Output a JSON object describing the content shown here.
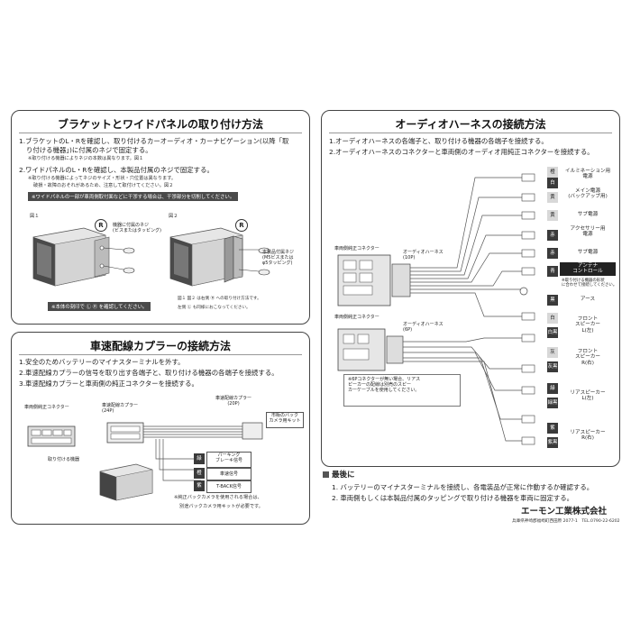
{
  "bracket_section": {
    "title": "ブラケットとワイドパネルの取り付け方法",
    "step1": "1.ブラケットのL・Rを確認し、取り付けるカーオーディオ・カーナビゲーション(以降「取",
    "step1_cont": "り付ける機器」)に付属のネジで固定する。",
    "step1_note": "※取り付ける機器によりネジの本数は異なります。図１",
    "step2": "2.ワイドパネルのL・Rを確認し、本製品付属のネジで固定する。",
    "step2_note1": "※取り付ける機器によってネジのサイズ・形状・穴位置は異なります。",
    "step2_note2": "破損・故障のおそれがあるため、注意して取付けてください。図２",
    "warning": "※ワイドパネルの一部が車両側取付面などに干渉する場合は、干渉部分を切削してください。",
    "fig1_label": "図１",
    "fig2_label": "図２",
    "r_mark": "R",
    "fig1_callout": "機器に付属のネジ\n(ビスまたはタッピング)",
    "fig2_callout": "本製品付属ネジ\n(M5ビスまたは\nφ5タッピング)",
    "fig1_note": "※本体の刻印で Ⓛ Ⓡ を確認してください。",
    "fig2_note1": "図１ 図２ は右側 Ⓡ への取り付け方法です。",
    "fig2_note2": "左側 Ⓛ も同様におこなってください。"
  },
  "speed_section": {
    "title": "車速配線カプラーの接続方法",
    "step1": "1.安全のためバッテリーのマイナスターミナルを外す。",
    "step2": "2.車速配線カプラーの信号を取り出す各端子と、取り付ける機器の各端子を接続する。",
    "step3": "3.車速配線カプラーと車両側の純正コネクターを接続する。",
    "vehicle_connector": "車両側純正コネクター",
    "coupler_24p": "車速配線カプラー\n(24P)",
    "coupler_20p": "車速配線カプラー\n(20P)",
    "back_camera_kit": "市販のバック\nカメラ用キット",
    "device_label": "取り付ける機器",
    "wires": [
      {
        "color": "緑",
        "name": "パーキング\nブレーキ信号"
      },
      {
        "color": "橙",
        "name": "車速信号"
      },
      {
        "color": "紫",
        "name": "T-BACK信号"
      }
    ],
    "camera_note1": "※純正バックカメラを使用される場合は、",
    "camera_note2": "別途バックカメラ用キットが必要です。"
  },
  "audio_section": {
    "title": "オーディオハーネスの接続方法",
    "step1": "1.オーディオハーネスの各端子と、取り付ける機器の各端子を接続する。",
    "step2": "2.オーディオハーネスのコネクターと車両側のオーディオ用純正コネクターを接続する。",
    "connector_a_label": "車両側純正コネクター",
    "connector_b_label": "車両側純正コネクター",
    "harness_10p": "オーディオハーネス\n(10P)",
    "harness_6p": "オーディオハーネス\n(6P)",
    "note_6p": "※6Pコネクターが無い場合、リアス\nピーカーの配線は別売のスピー\nカーケーブルを使用してください。",
    "wires": [
      {
        "tags": [
          "橙",
          "白"
        ],
        "name": "イルミネーション用\n電源",
        "inv": false
      },
      {
        "tags": [
          "黄"
        ],
        "name": "メイン電源\n(バックアップ用)",
        "inv": false
      },
      {
        "tags": [
          "黄"
        ],
        "name": "サブ電源",
        "inv": false
      },
      {
        "tags": [
          "赤"
        ],
        "name": "アクセサリー用\n電源",
        "inv": false
      },
      {
        "tags": [
          "赤"
        ],
        "name": "サブ電源",
        "inv": false
      },
      {
        "tags": [
          "青"
        ],
        "name": "アンテナ\nコントロール",
        "inv": true
      },
      {
        "tags": [
          "黒"
        ],
        "name": "アース",
        "inv": false
      },
      {
        "tags": [
          "白",
          "白黒"
        ],
        "name": "フロント\nスピーカー\nL(左)",
        "inv": false
      },
      {
        "tags": [
          "灰",
          "灰黒"
        ],
        "name": "フロント\nスピーカー\nR(右)",
        "inv": false
      },
      {
        "tags": [
          "緑",
          "緑黒"
        ],
        "name": "リアスピーカー\nL(左)",
        "inv": false
      },
      {
        "tags": [
          "紫",
          "紫黒"
        ],
        "name": "リアスピーカー\nR(右)",
        "inv": false
      }
    ],
    "antenna_note": "※取り付ける機器の形状\nに合わせて接続してください。"
  },
  "final_section": {
    "title": "最後に",
    "step1": "1. バッテリーのマイナスターミナルを接続し、各電装品が正常に作動するか確認する。",
    "step2": "2. 車両側もしくは本製品付属のタッピングで取り付ける機器を車両に固定する。"
  },
  "company": {
    "name": "エーモン工業株式会社",
    "address": "兵庫県神崎郡福崎町西田原 2077-1",
    "tel": "TEL.0790-22-6202"
  },
  "colors": {
    "border": "#444444",
    "dark_tag": "#3a3a3a",
    "note_bar": "#4a4a4a"
  }
}
